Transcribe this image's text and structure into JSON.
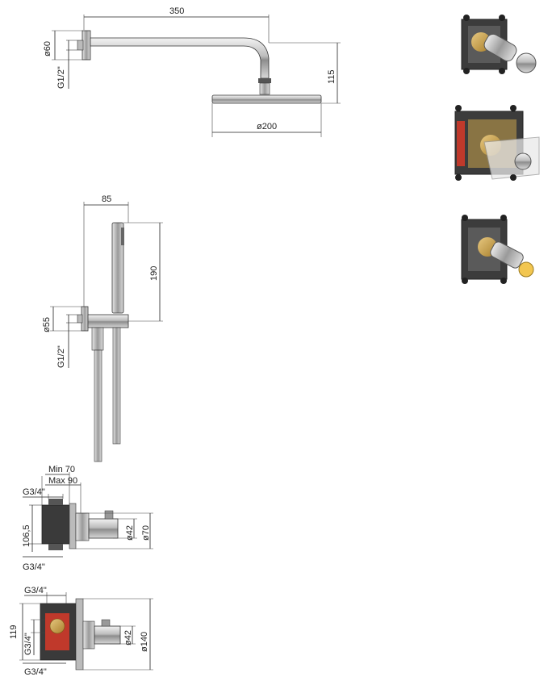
{
  "rain_shower": {
    "dim_arm_length": "350",
    "dim_flange_diameter": "ø60",
    "dim_thread": "G1/2\"",
    "dim_height": "115",
    "dim_head_diameter": "ø200"
  },
  "hand_shower": {
    "dim_width": "85",
    "dim_height": "190",
    "dim_flange_diameter": "ø55",
    "dim_thread": "G1/2\""
  },
  "valve_1": {
    "dim_min_depth": "Min  70",
    "dim_max_depth": "Max  90",
    "dim_thread_top": "G3/4\"",
    "dim_height": "106,5",
    "dim_thread_bottom": "G3/4\"",
    "dim_handle_diameter": "ø42",
    "dim_rosette_diameter": "ø70"
  },
  "valve_2": {
    "dim_thread_top": "G3/4\"",
    "dim_height": "119",
    "dim_thread_left": "G3/4\"",
    "dim_thread_bottom": "G3/4\"",
    "dim_handle_diameter": "ø42",
    "dim_plate_diameter": "ø140"
  },
  "colors": {
    "line": "#222222",
    "chrome": "#c8c8c8",
    "brass": "#c8a24a",
    "body_dark": "#3a3a3a",
    "red": "#c0392b"
  }
}
